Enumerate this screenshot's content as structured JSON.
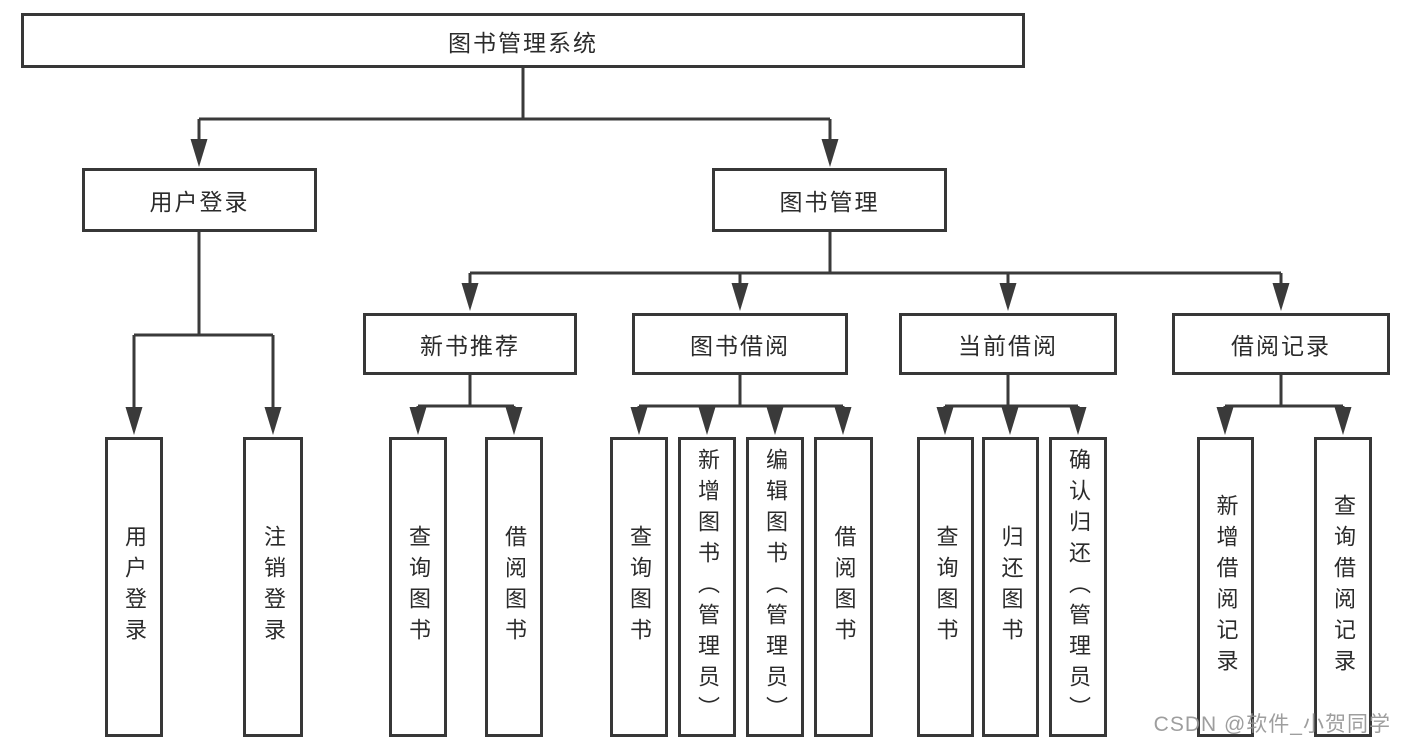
{
  "watermark": "CSDN @软件_小贺同学",
  "colors": {
    "background": "#ffffff",
    "border": "#373737",
    "line": "#3a3a3a",
    "text": "#2b2b2b",
    "watermark": "#949494"
  },
  "nodes": {
    "root": {
      "label": "图书管理系统"
    },
    "user_login": {
      "label": "用户登录"
    },
    "book_management": {
      "label": "图书管理"
    },
    "new_book_recommend": {
      "label": "新书推荐"
    },
    "book_borrow": {
      "label": "图书借阅"
    },
    "current_borrow": {
      "label": "当前借阅"
    },
    "borrow_records": {
      "label": "借阅记录"
    },
    "leaf_user_login": {
      "label": "用户登录"
    },
    "leaf_logout": {
      "label": "注销登录"
    },
    "leaf_nb_query_books": {
      "label": "查询图书"
    },
    "leaf_nb_borrow_books": {
      "label": "借阅图书"
    },
    "leaf_bb_query_books": {
      "label": "查询图书"
    },
    "leaf_bb_add_books": {
      "label": "新增图书（管理员）"
    },
    "leaf_bb_edit_books": {
      "label": "编辑图书（管理员）"
    },
    "leaf_bb_borrow_books": {
      "label": "借阅图书"
    },
    "leaf_cb_query_books": {
      "label": "查询图书"
    },
    "leaf_cb_return_books": {
      "label": "归还图书"
    },
    "leaf_cb_confirm_return": {
      "label": "确认归还（管理员）"
    },
    "leaf_br_add_record": {
      "label": "新增借阅记录"
    },
    "leaf_br_query_record": {
      "label": "查询借阅记录"
    }
  }
}
